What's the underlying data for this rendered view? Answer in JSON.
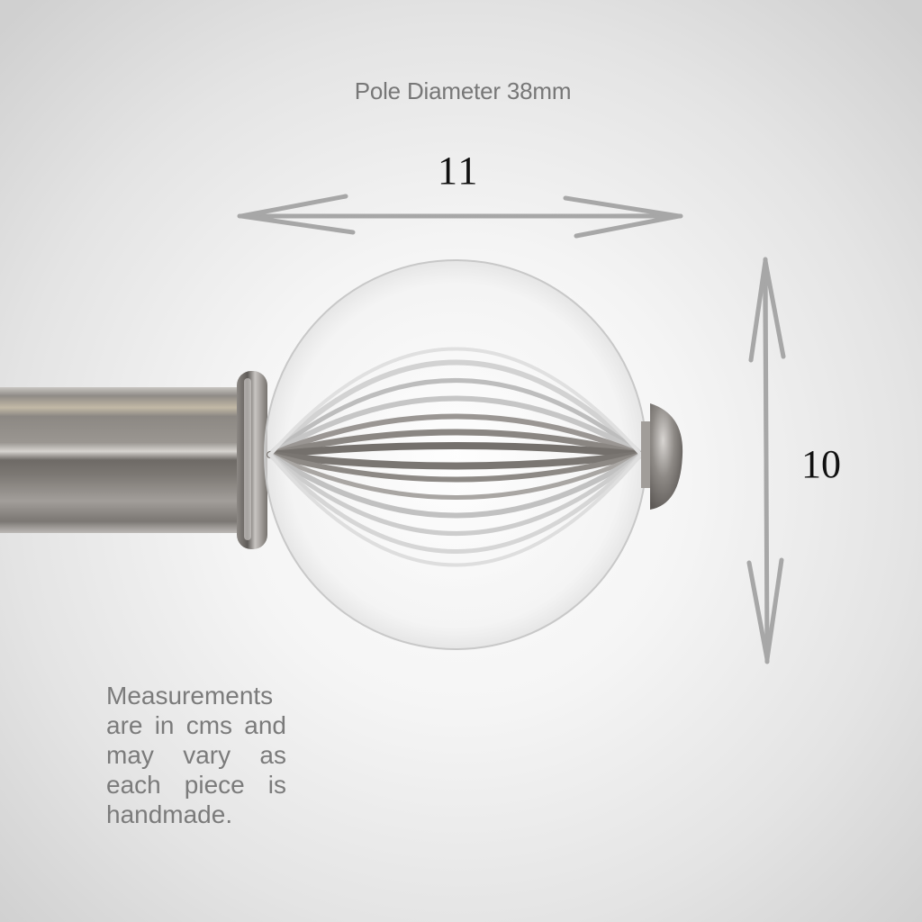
{
  "title": "Pole Diameter 38mm",
  "dimensions": {
    "width": {
      "value": "11",
      "unit": "cm"
    },
    "height": {
      "value": "10",
      "unit": "cm"
    }
  },
  "note": {
    "lines": [
      "Measurements",
      "are in cms and",
      "may vary as",
      "each piece is",
      "handmade."
    ]
  },
  "product": {
    "pole_diameter": "38mm",
    "finial": "ribbed clear glass ball",
    "finish_color": "#8a8580"
  },
  "colors": {
    "arrow": "#a7a7a7",
    "text_gray": "#777777",
    "number": "#111111"
  }
}
